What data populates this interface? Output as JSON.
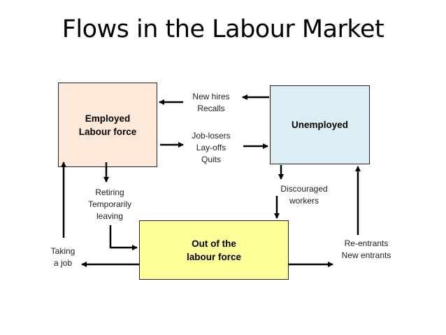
{
  "title": "Flows in the Labour Market",
  "colors": {
    "employed_fill": "#fde9d9",
    "unemployed_fill": "#daeef3",
    "out_of_labour_force_fill": "#ffff99",
    "arrow": "#000000"
  },
  "nodes": {
    "employed": "Employed\nLabour force",
    "unemployed": "Unemployed",
    "out_of_labour_force": "Out of the\nlabour force"
  },
  "flows": {
    "new_hires": "New hires\nRecalls",
    "job_losers": "Job-losers\nLay-offs\nQuits",
    "retiring": "Retiring\nTemporarily\nleaving",
    "discouraged": "Discouraged\nworkers",
    "taking_job": "Taking\na job",
    "re_entrants": "Re-entrants\nNew entrants"
  }
}
